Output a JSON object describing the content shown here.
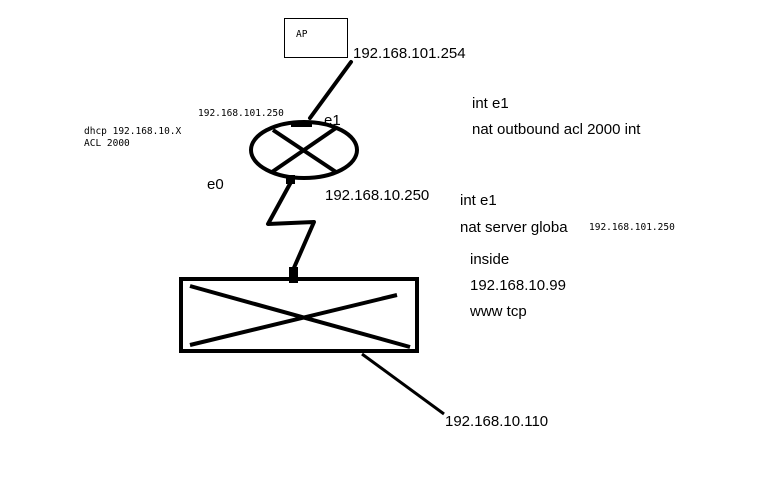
{
  "diagram": {
    "ap": {
      "label": "AP",
      "ip": "192.168.101.254"
    },
    "router": {
      "wan_ip": "192.168.101.250",
      "wan_if": "e1",
      "lan_if": "e0",
      "lan_ip": "192.168.10.250",
      "dhcp_note": "dhcp 192.168.10.X",
      "acl_note": "ACL 2000"
    },
    "switch": {
      "host_ip": "192.168.10.110"
    },
    "config_outbound": {
      "line1": "int e1",
      "line2": "nat outbound acl 2000 int"
    },
    "config_server": {
      "line1": "int e1",
      "line2_prefix": "nat server globa",
      "line2_ip": "192.168.101.250",
      "line3": "inside",
      "line4": "192.168.10.99",
      "line5": "www  tcp"
    },
    "colors": {
      "ink": "#000000",
      "background": "#ffffff"
    }
  }
}
